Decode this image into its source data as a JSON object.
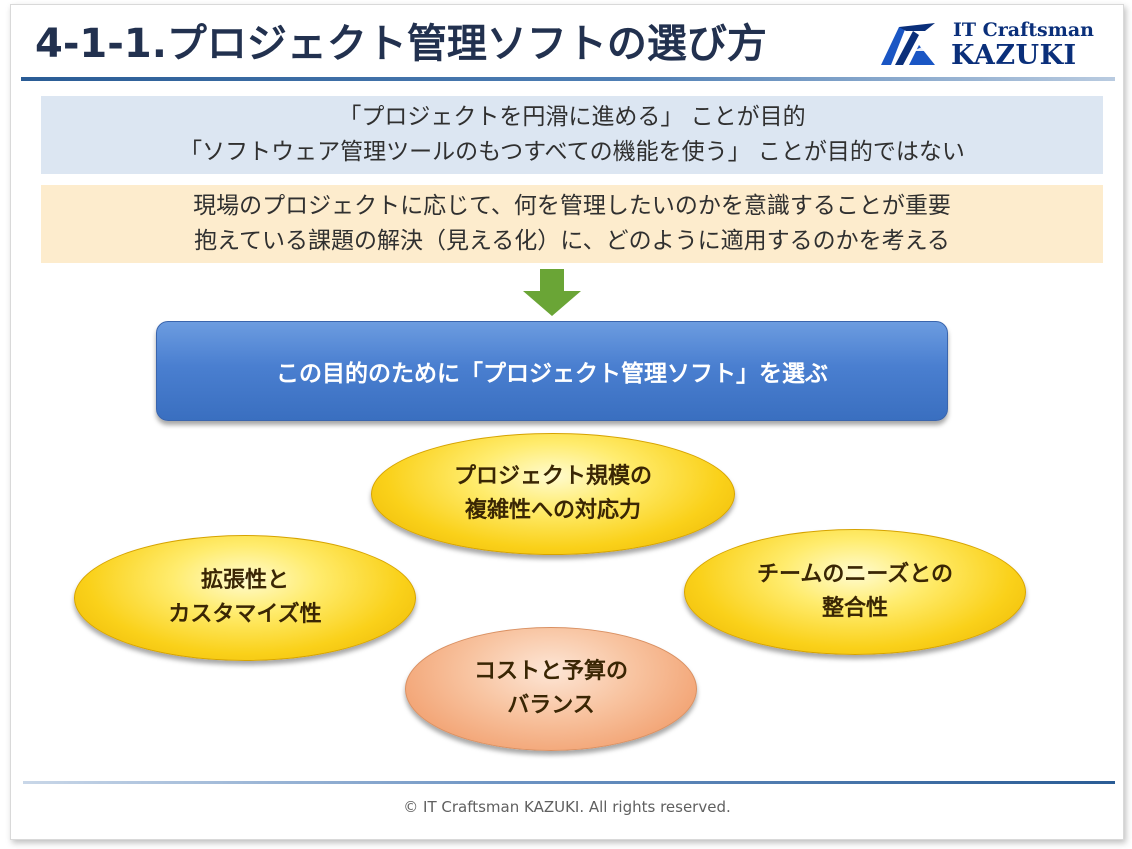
{
  "title": "4-1-1.プロジェクト管理ソフトの選び方",
  "logo": {
    "line1": "IT Craftsman",
    "line2": "KAZUKI",
    "icon": "kazuki-logo-mark-icon",
    "color": "#0a2f7a"
  },
  "purpose_box": {
    "lines": [
      "「プロジェクトを円滑に進める」 ことが目的",
      "「ソフトウェア管理ツールのもつすべての機能を使う」 ことが目的ではない"
    ],
    "background": "#dce6f2"
  },
  "focus_box": {
    "lines": [
      "現場のプロジェクトに応じて、何を管理したいのかを意識することが重要",
      "抱えている課題の解決（見える化）に、どのように適用するのかを考える"
    ],
    "background": "#fdeccd"
  },
  "arrow": {
    "icon": "arrow-down-icon",
    "color": "#6aa536"
  },
  "banner": {
    "text": "この目的のために「プロジェクト管理ソフト」を選ぶ",
    "color": "#4a7fd0"
  },
  "criteria": [
    {
      "lines": [
        "プロジェクト規模の",
        "複雑性への対応力"
      ],
      "style": "gold"
    },
    {
      "lines": [
        "拡張性と",
        "カスタマイズ性"
      ],
      "style": "gold"
    },
    {
      "lines": [
        "チームのニーズとの",
        "整合性"
      ],
      "style": "gold"
    },
    {
      "lines": [
        "コストと予算の",
        "バランス"
      ],
      "style": "peach"
    }
  ],
  "footer": "© IT Craftsman KAZUKI. All rights reserved."
}
